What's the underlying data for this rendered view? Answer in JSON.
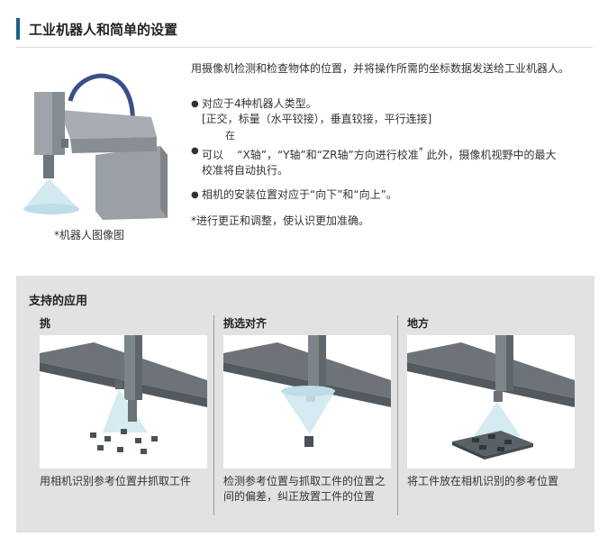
{
  "header": {
    "title": "工业机器人和简单的设置"
  },
  "illustration": {
    "caption": "*机器人图像图"
  },
  "description": {
    "intro": "用摄像机检测和检查物体的位置，并将操作所需的坐标数据发送给工业机器人。",
    "bullets": [
      {
        "line1": "对应于4种机器人类型。",
        "line2": "[正交，标量（水平铰接），垂直铰接，平行连接]"
      },
      {
        "pre": "可以",
        "small": "在",
        "line1": "“X轴”，“Y轴”和“ZR轴”方向进行校准",
        "sup": "*",
        "post": "此外，摄像机视野中的最大",
        "line2": "校准将自动执行。"
      },
      {
        "line1": "相机的安装位置对应于“向下”和“向上”。"
      }
    ],
    "note": "*进行更正和调整，使认识更加准确。"
  },
  "applications": {
    "title": "支持的应用",
    "items": [
      {
        "title": "挑",
        "desc": "用相机识别参考位置并抓取工件"
      },
      {
        "title": "挑选对齐",
        "desc": "检测参考位置与抓取工件的位置之间的偏差，纠正放置工件的位置"
      },
      {
        "title": "地方",
        "desc": "将工件放在相机识别的参考位置"
      }
    ]
  },
  "colors": {
    "accent": "#1d5f8c",
    "panel_bg": "#e2e2e2",
    "cable": "#3a4f8a",
    "robot_gray": "#8f969c",
    "light_beam": "#cfe6ee"
  }
}
